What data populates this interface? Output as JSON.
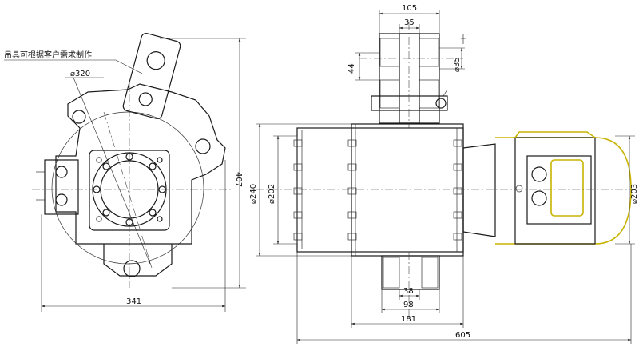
{
  "note_label": "吊具可根据客户需求制作",
  "dims": {
    "d320": "⌀320",
    "w341": "341",
    "h407": "407",
    "w105": "105",
    "w35": "35",
    "h44": "44",
    "d35": "⌀35",
    "d240": "⌀240",
    "d202": "⌀202",
    "d203": "⌀203",
    "w38": "38",
    "w98": "98",
    "w181": "181",
    "w605": "605"
  },
  "colors": {
    "line": "#1a1a1a",
    "accent": "#c8b400"
  }
}
